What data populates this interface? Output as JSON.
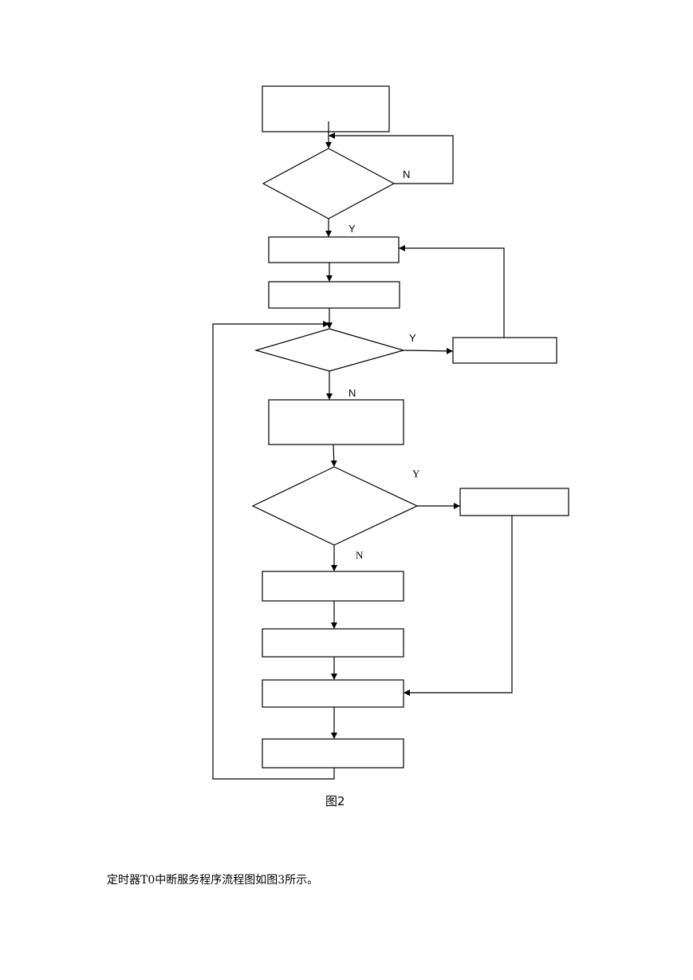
{
  "diagram": {
    "labels": {
      "loop_n": "N",
      "d1_yes": "Y",
      "d2_yes": "Y",
      "d2_no": "N",
      "d3_yes": "Y",
      "d3_no": "N"
    }
  },
  "caption": "图2",
  "paragraph": "定时器T0中断服务程序流程图如图3所示。"
}
